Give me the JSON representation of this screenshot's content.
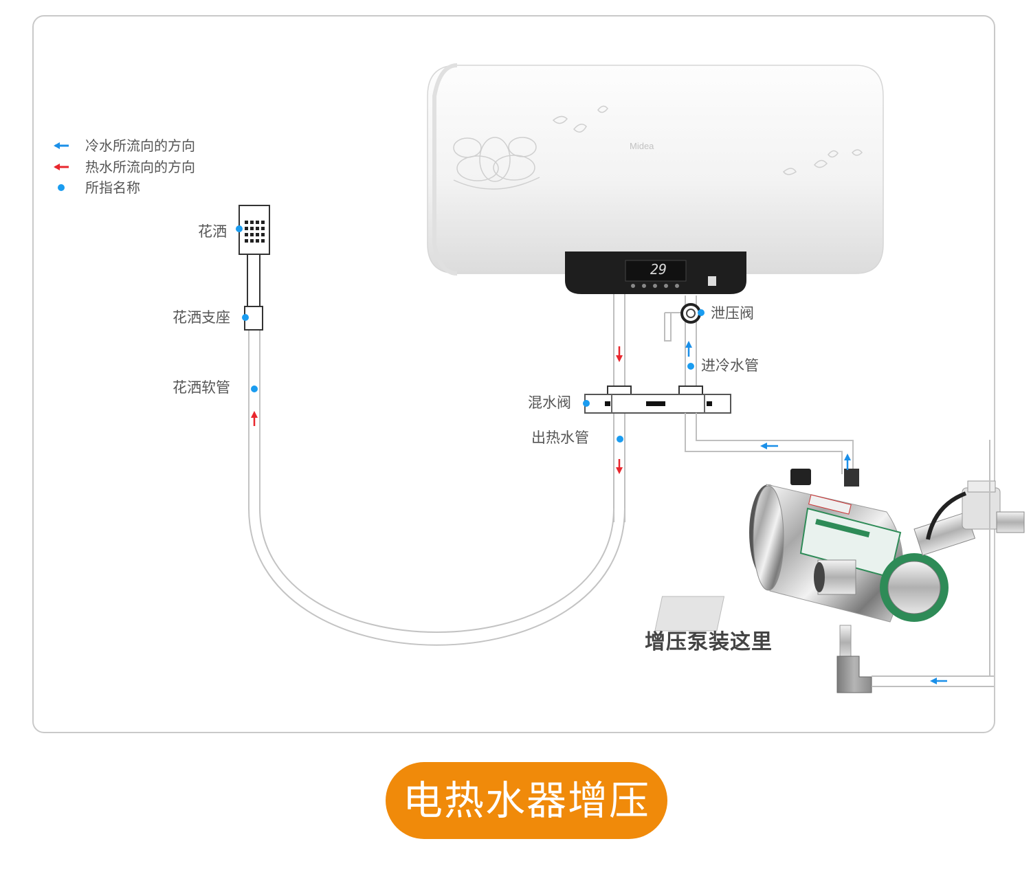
{
  "colors": {
    "cold_arrow": "#1a8fe8",
    "hot_arrow": "#e8262d",
    "marker_dot": "#1a9cf0",
    "title_pill": "#f08a0a",
    "pipe": "#bfbfbf"
  },
  "legend": {
    "cold": "冷水所流向的方向",
    "hot": "热水所流向的方向",
    "name": "所指名称"
  },
  "labels": {
    "shower_head": "花洒",
    "shower_holder": "花洒支座",
    "shower_hose": "花洒软管",
    "relief_valve": "泄压阀",
    "cold_inlet": "进冷水管",
    "mixing_valve": "混水阀",
    "hot_outlet": "出热水管",
    "pump_here": "增压泵装这里"
  },
  "heater": {
    "brand": "Midea",
    "display_value": "29"
  },
  "title": "电热水器增压"
}
